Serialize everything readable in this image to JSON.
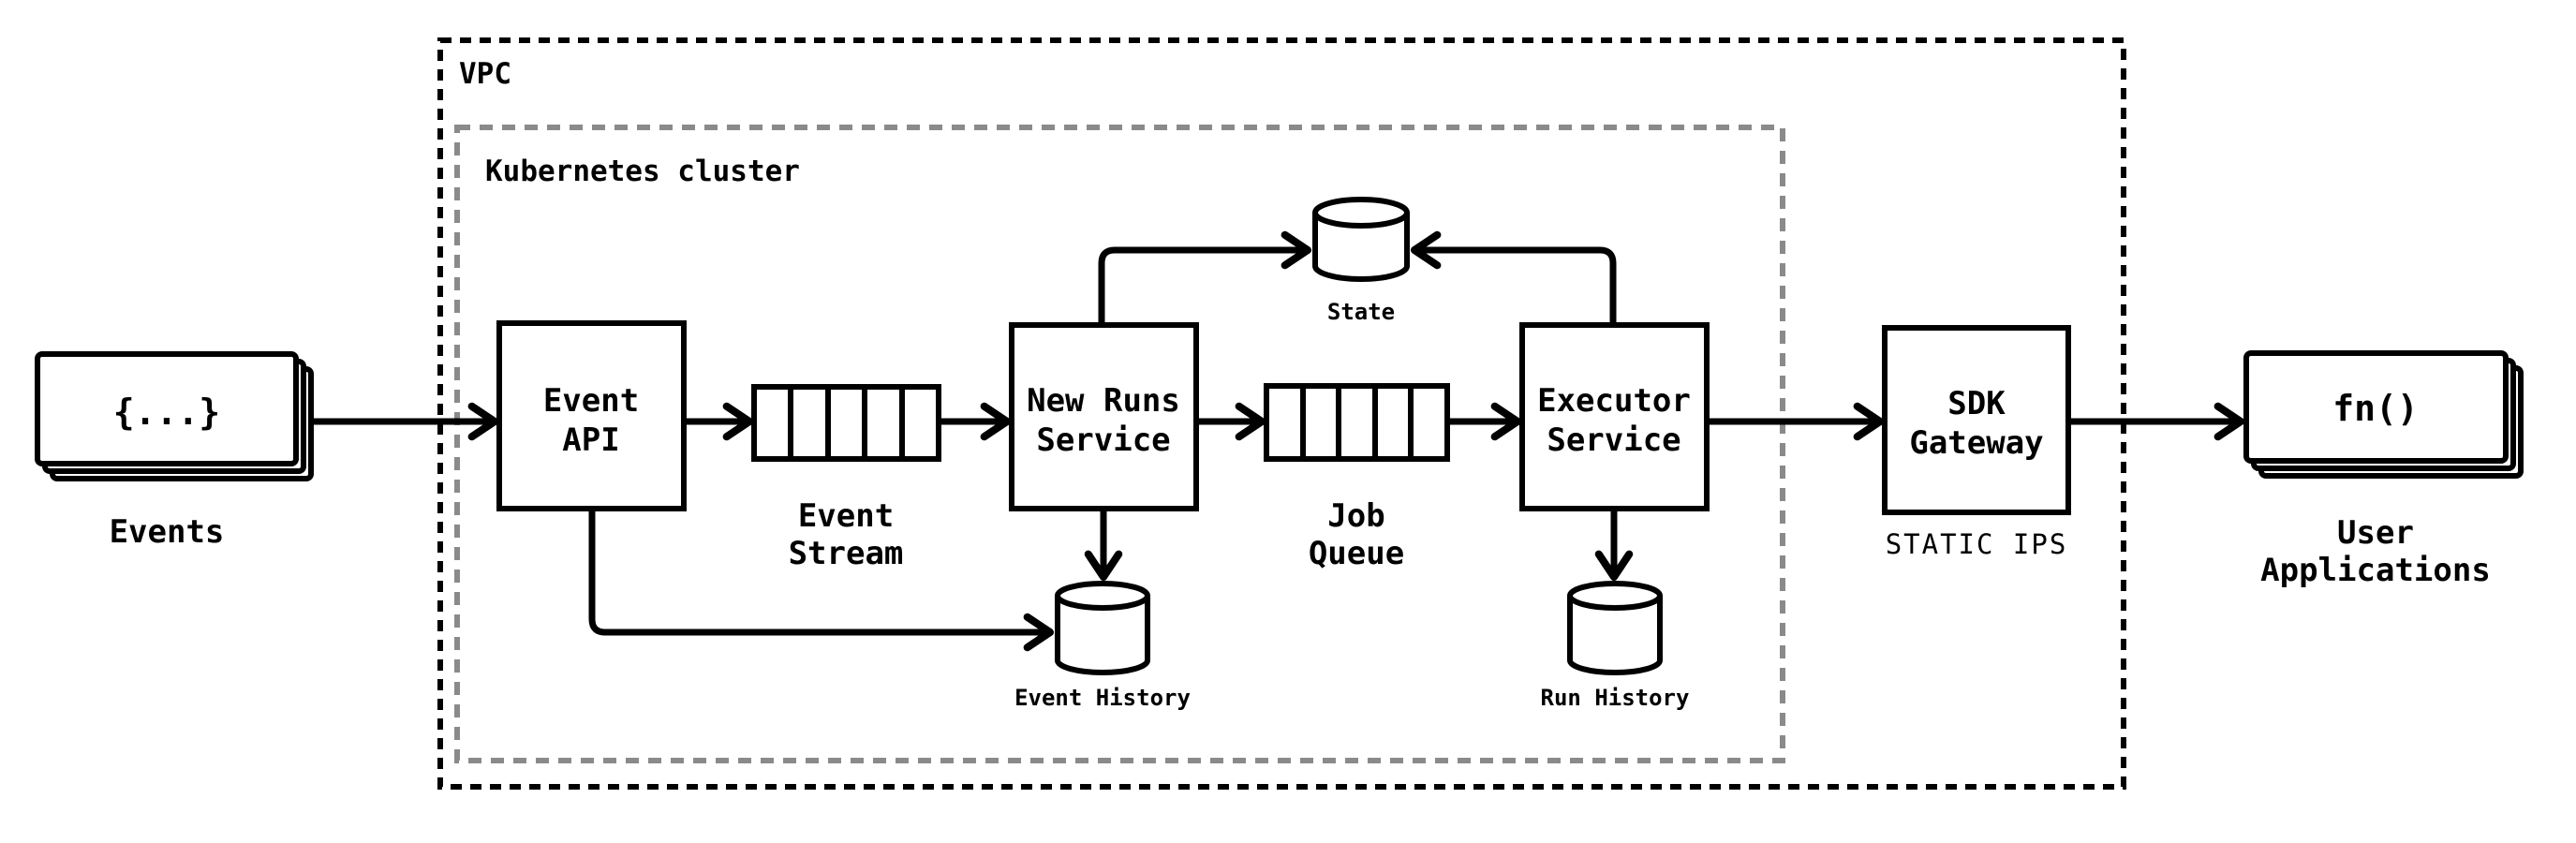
{
  "diagram": {
    "containers": {
      "vpc": {
        "label": "VPC"
      },
      "kubernetes": {
        "label": "Kubernetes cluster"
      }
    },
    "nodes": {
      "events": {
        "code": "{...}",
        "label": "Events"
      },
      "event_api": {
        "label_line1": "Event",
        "label_line2": "API"
      },
      "event_stream": {
        "label_line1": "Event",
        "label_line2": "Stream"
      },
      "new_runs_service": {
        "label_line1": "New Runs",
        "label_line2": "Service"
      },
      "state": {
        "label": "State"
      },
      "job_queue": {
        "label_line1": "Job",
        "label_line2": "Queue"
      },
      "executor_service": {
        "label_line1": "Executor",
        "label_line2": "Service"
      },
      "event_history": {
        "label": "Event History"
      },
      "run_history": {
        "label": "Run History"
      },
      "sdk_gateway": {
        "label_line1": "SDK",
        "label_line2": "Gateway",
        "sublabel": "STATIC IPS"
      },
      "user_applications": {
        "code": "fn()",
        "label_line1": "User",
        "label_line2": "Applications"
      }
    },
    "colors": {
      "stroke": "#000000",
      "k8s_border": "#8a8a8a",
      "background": "#ffffff"
    }
  }
}
